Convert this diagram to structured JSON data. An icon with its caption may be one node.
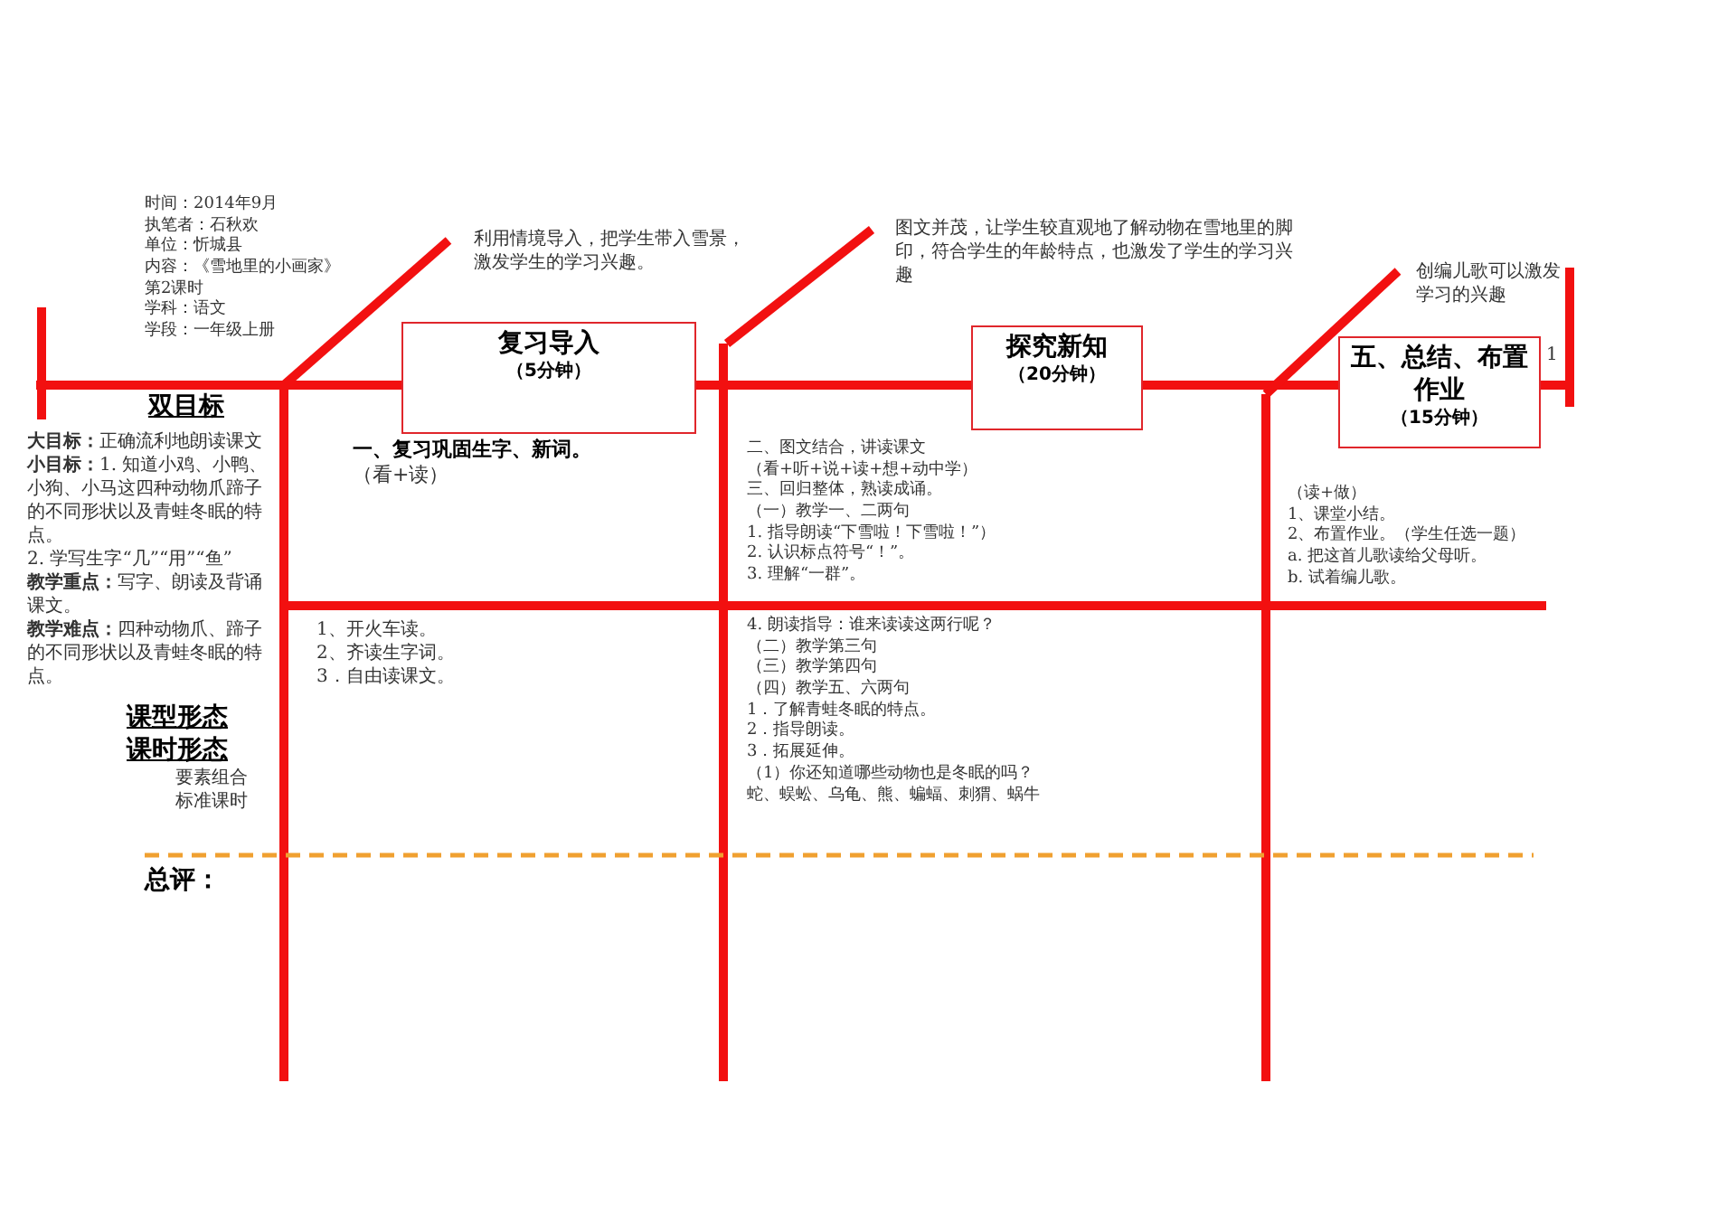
{
  "diagram": {
    "nodes": [
      {
        "text": [
          "复习导入",
          "（5分钟）"
        ]
      },
      {
        "text": [
          "探究新知",
          "（20分钟）"
        ]
      },
      {
        "text": [
          "五、总结、布置作业",
          "（15分钟）"
        ]
      }
    ],
    "labels": [
      "时间：2014年9月",
      "执笔者：石秋欢",
      "单位：忻城县",
      "内容：《雪地里的小画家》",
      "第2课时",
      "学科：语文",
      "学段：一年级上册",
      "利用情境导入，把学生带入雪景，激发学生的学习兴趣。",
      "图文并茂，让学生较直观地了解动物在雪地里的脚印，符合学生的年龄特点，也激发了学生的学习兴趣",
      "创编儿歌可以激发学习的兴趣",
      "1",
      "双目标",
      "**大目标：**正确流利地朗读课文",
      "**小目标：**1. 知道小鸡、小鸭、小狗、小马这四种动物爪蹄子的不同形状以及青蛙冬眠的特点。",
      "2. 学写生字“几”“用”“鱼”",
      "**教学重点：**写字、朗读及背诵课文。",
      "**教学难点：**四种动物爪、蹄子的不同形状以及青蛙冬眠的特点。",
      "课型形态",
      "课时形态",
      "要素组合",
      "标准课时",
      "一、复习巩固生字、新词。",
      "（看+读）",
      "1、开火车读。",
      "2、齐读生字词。",
      "3．自由读课文。",
      "二、图文结合，讲读课文",
      "（看+听+说+读+想+动中学）",
      "三、回归整体，熟读成诵。",
      "（一）教学一、二两句",
      "1. 指导朗读“下雪啦！下雪啦！”）",
      "2. 认识标点符号“！”。",
      "3. 理解“一群”。",
      "4. 朗读指导：谁来读读这两行呢？",
      "（二）教学第三句",
      "（三）教学第四句",
      "（四）教学五、六两句",
      "1．了解青蛙冬眠的特点。",
      "2．指导朗读。",
      "3．拓展延伸。",
      "（1）你还知道哪些动物也是冬眠的吗？",
      "蛇、蜈蚣、乌龟、熊、蝙蝠、刺猬、蜗牛",
      "（读+做）",
      "1、课堂小结。",
      "2、布置作业。（学生任选一题）",
      "a. 把这首儿歌读给父母听。",
      "b. 试着编儿歌。",
      "总评："
    ]
  }
}
